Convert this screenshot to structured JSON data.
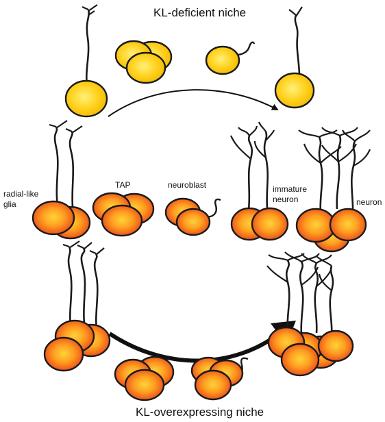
{
  "titles": {
    "top": "KL-deficient niche",
    "bottom": "KL-overexpressing niche"
  },
  "stages": {
    "radial_glia_line1": "radial-like",
    "radial_glia_line2": "glia",
    "tap": "TAP",
    "neuroblast": "neuroblast",
    "immature_line1": "immature",
    "immature_line2": "neuron",
    "neuron": "neuron"
  },
  "colors": {
    "deficient_cell": "#FFD21F",
    "deficient_cell_core": "#FFE97A",
    "orange_cell_core": "#FFB020",
    "orange_cell_edge": "#E8451A",
    "outline": "#1a1a1a",
    "arrow": "#111111"
  },
  "icons": {
    "cells": "cell-icon",
    "process": "process-icon",
    "arrow": "arrow-icon"
  }
}
